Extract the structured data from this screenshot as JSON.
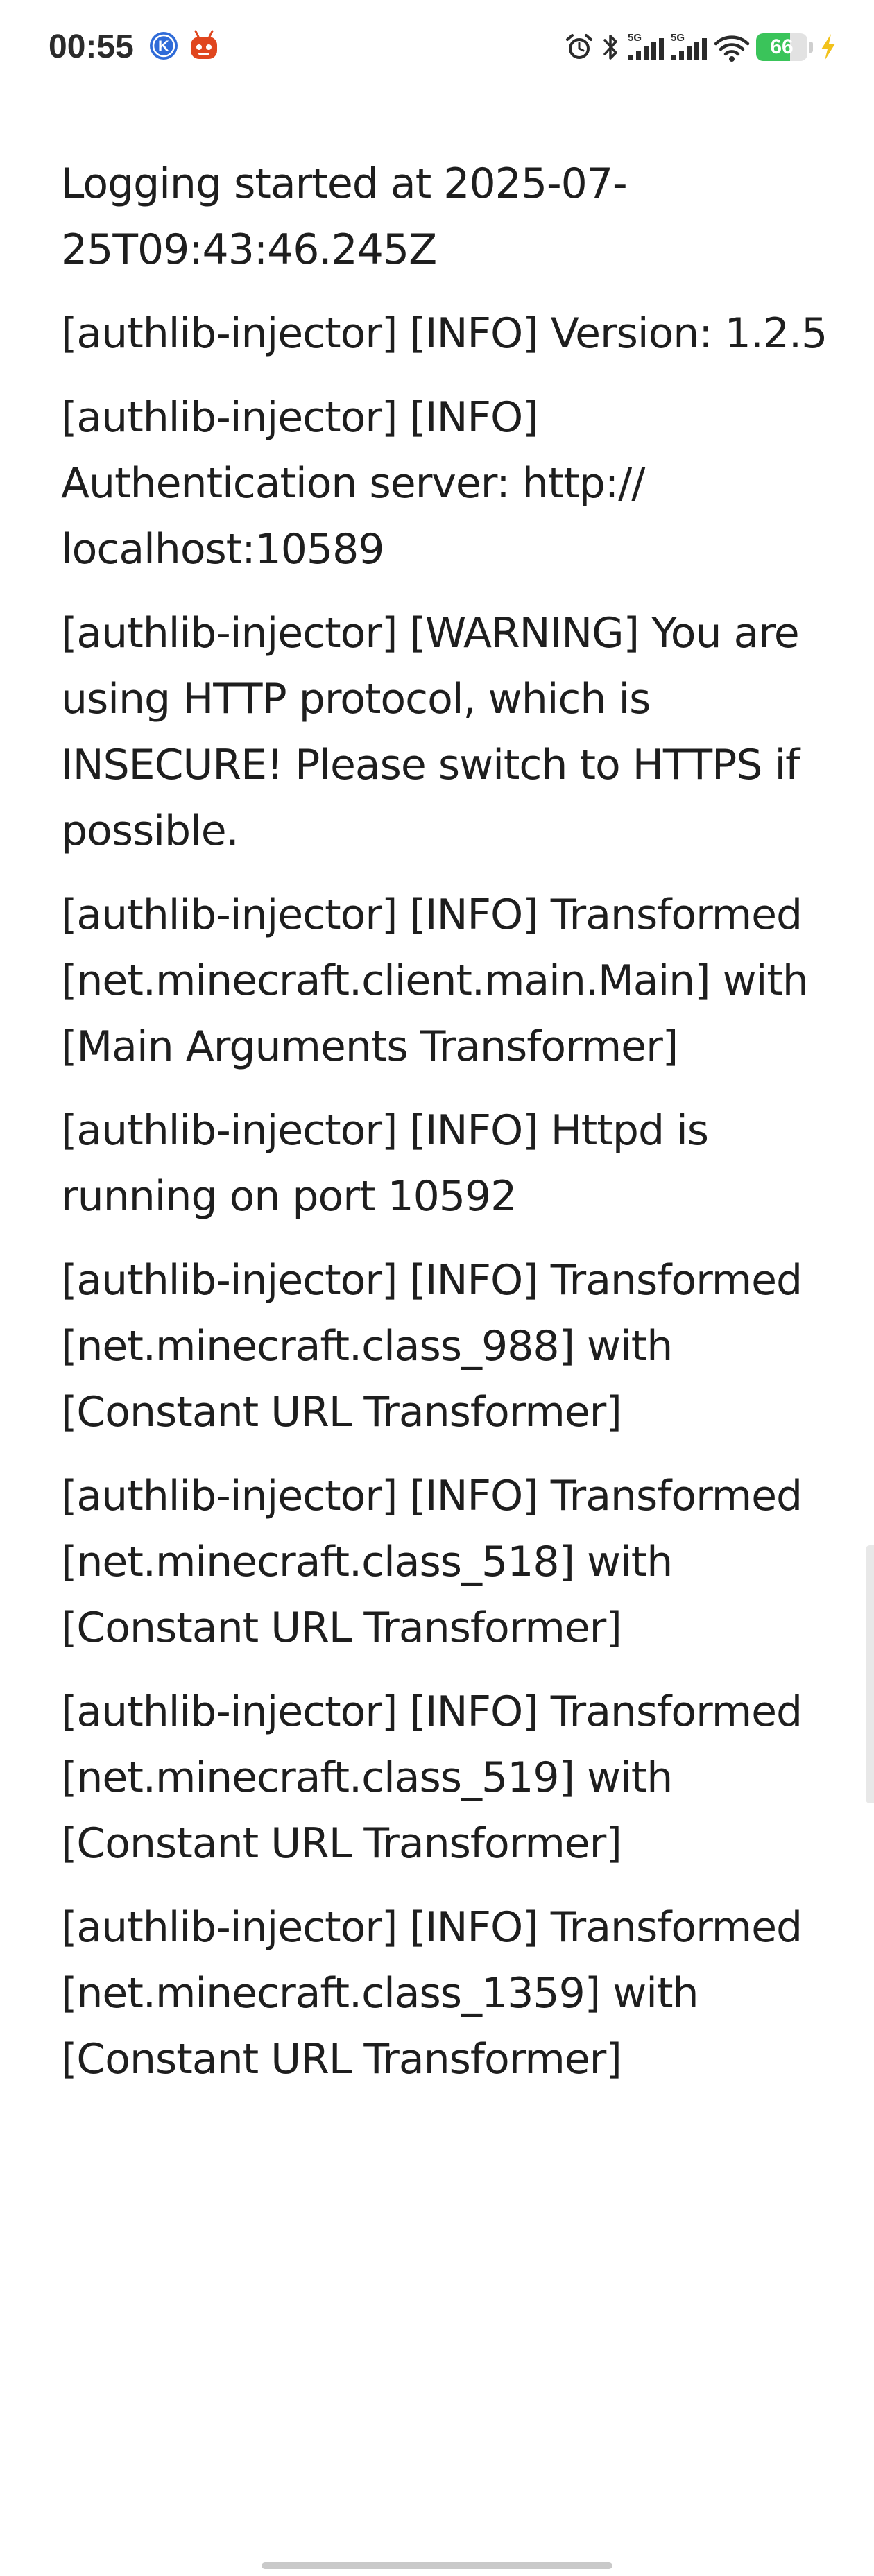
{
  "status_bar": {
    "time": "00:55",
    "battery_level": 66,
    "battery_text": "66",
    "net_label_1": "5G",
    "net_label_2": "5G",
    "icons": [
      "k-app-icon",
      "robot-app-icon",
      "alarm-icon",
      "bluetooth-icon",
      "signal-5g-icon",
      "signal-5g-icon",
      "wifi-icon",
      "battery-icon",
      "charging-bolt-icon"
    ],
    "colors": {
      "k_app": "#2f6bd8",
      "robot_app": "#e0461e",
      "battery_fill": "#3ac45a",
      "charging_bolt": "#f2c21b"
    }
  },
  "log": {
    "lines": [
      "Logging started at 2025-07-25T09:43:46.245Z",
      "[authlib-injector] [INFO] Version: 1.2.5",
      "[authlib-injector] [INFO] Authentication server: http:// localhost:10589",
      "[authlib-injector] [WARNING] You are using HTTP protocol, which is INSECURE! Please switch to HTTPS if possible.",
      "[authlib-injector] [INFO] Transformed [net.minecraft.client.main.Main] with [Main Arguments Transformer]",
      "[authlib-injector] [INFO] Httpd is running on port 10592",
      "[authlib-injector] [INFO] Transformed [net.minecraft.class_988] with [Constant URL Transformer]",
      "[authlib-injector] [INFO] Transformed [net.minecraft.class_518] with [Constant URL Transformer]",
      "[authlib-injector] [INFO] Transformed [net.minecraft.class_519] with [Constant URL Transformer]",
      "[authlib-injector] [INFO] Transformed [net.minecraft.class_1359] with [Constant URL Transformer]"
    ]
  }
}
